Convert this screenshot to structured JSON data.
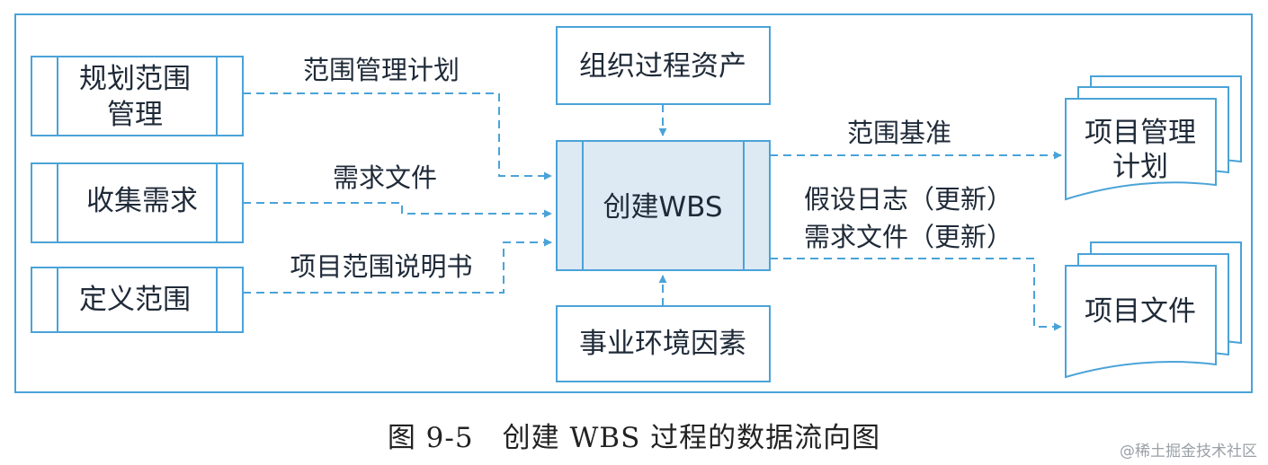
{
  "colors": {
    "stroke": "#4aa3d8",
    "process_fill": "#dde9f3",
    "text": "#1f2a38"
  },
  "inputs": {
    "plan_scope": "规划范围管理",
    "plan_scope_line1": "规划范围",
    "plan_scope_line2": "管理",
    "collect_requirements": "收集需求",
    "define_scope": "定义范围"
  },
  "center": {
    "org_assets": "组织过程资产",
    "process": "创建WBS",
    "env_factors": "事业环境因素"
  },
  "flows": {
    "scope_plan": "范围管理计划",
    "req_docs": "需求文件",
    "scope_statement": "项目范围说明书",
    "baseline": "范围基准",
    "assumption_log": "假设日志（更新）",
    "req_docs_update": "需求文件（更新）"
  },
  "outputs": {
    "pm_plan": "项目管理计划",
    "pm_plan_line1": "项目管理",
    "pm_plan_line2": "计划",
    "project_docs": "项目文件"
  },
  "caption": "图 9-5　创建 WBS 过程的数据流向图",
  "watermark": "@稀土掘金技术社区"
}
